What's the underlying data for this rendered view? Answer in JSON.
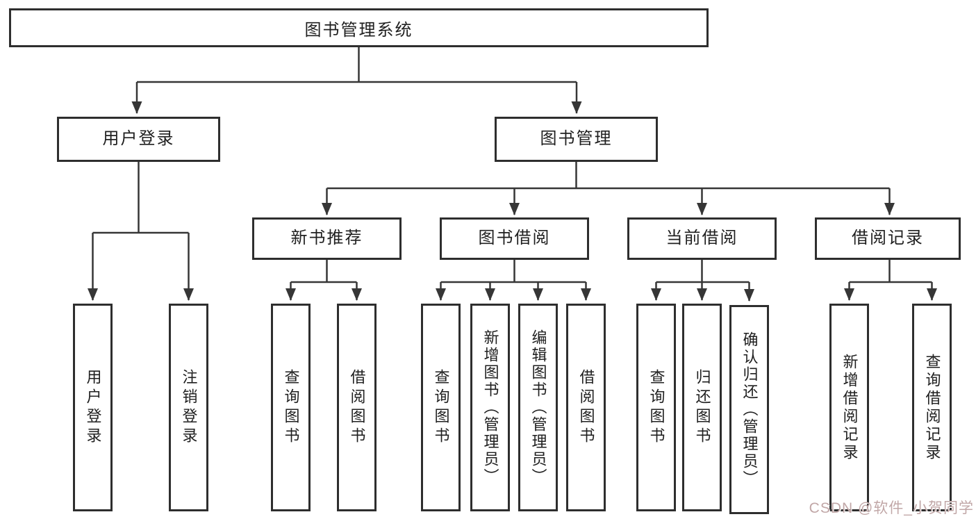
{
  "diagram": {
    "root": {
      "label": "图书管理系统"
    },
    "level2": [
      {
        "label": "用户登录",
        "children": [
          {
            "label": "用户登录"
          },
          {
            "label": "注销登录"
          }
        ]
      },
      {
        "label": "图书管理",
        "children": [
          {
            "label": "新书推荐",
            "children": [
              {
                "label": "查询图书"
              },
              {
                "label": "借阅图书"
              }
            ]
          },
          {
            "label": "图书借阅",
            "children": [
              {
                "label": "查询图书"
              },
              {
                "label": "新增图书（管理员）"
              },
              {
                "label": "编辑图书（管理员）"
              },
              {
                "label": "借阅图书"
              }
            ]
          },
          {
            "label": "当前借阅",
            "children": [
              {
                "label": "查询图书"
              },
              {
                "label": "归还图书"
              },
              {
                "label": "确认归还（管理员）"
              }
            ]
          },
          {
            "label": "借阅记录",
            "children": [
              {
                "label": "新增借阅记录"
              },
              {
                "label": "查询借阅记录"
              }
            ]
          }
        ]
      }
    ]
  },
  "watermark": {
    "text": "CSDN @软件_小贺同学"
  },
  "colors": {
    "line": "#363636",
    "border": "#2e2e2e",
    "text": "#1f1f1f",
    "watermark": "#c1a7a7",
    "background": "#ffffff"
  }
}
